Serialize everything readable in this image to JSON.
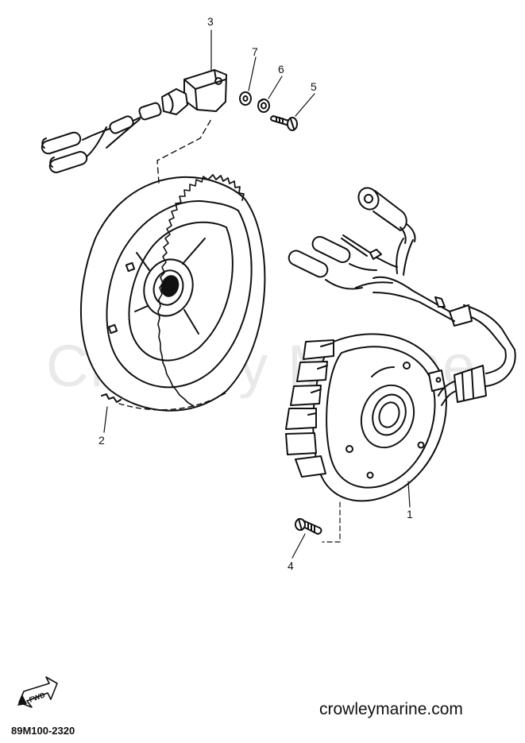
{
  "diagram": {
    "callouts": [
      "1",
      "2",
      "3",
      "4",
      "5",
      "6",
      "7"
    ],
    "watermark": "Crowley Marine",
    "footer_url": "crowleymarine.com",
    "diagram_code": "89M100-2320",
    "fwd_badge": "FWD"
  }
}
